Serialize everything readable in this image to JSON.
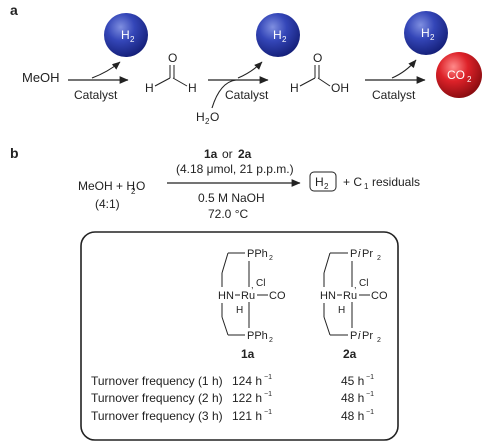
{
  "panel_a": {
    "label": "a",
    "start": "MeOH",
    "catalyst_labels": [
      "Catalyst",
      "Catalyst",
      "Catalyst"
    ],
    "h2_label": "H",
    "h2_sub": "2",
    "co2_label": "CO",
    "co2_sub": "2",
    "water": "H",
    "water_sub": "2",
    "water_tail": "O",
    "formaldehyde": {
      "C_left": "H",
      "C_right": "H",
      "top": "O"
    },
    "formic_acid": {
      "left": "H",
      "right": "OH",
      "top": "O"
    },
    "colors": {
      "h2_sphere": "#2f3fae",
      "co2_sphere": "#d81f26"
    }
  },
  "panel_b": {
    "label": "b",
    "reactants": "MeOH + H",
    "reactants_sub": "2",
    "reactants_tail": "O",
    "ratio": "(4:1)",
    "cat_1": "1a",
    "cat_or": "or",
    "cat_2": "2a",
    "loading": "(4.18 μmol, 21 p.p.m.)",
    "base": "0.5 M NaOH",
    "temperature": "72.0 °C",
    "product_h": "H",
    "product_sub": "2",
    "residuals_prefix": "+ C",
    "residuals_sub": "1",
    "residuals_tail": "residuals"
  },
  "complexes": {
    "c1": {
      "id": "1a",
      "top": "PPh",
      "top_sub": "2",
      "bottom": "PPh",
      "bottom_sub": "2"
    },
    "c2": {
      "id": "2a",
      "top": "P",
      "top_italic": "i",
      "top_tail": "Pr",
      "top_sub": "2",
      "bottom": "P",
      "bottom_italic": "i",
      "bottom_tail": "Pr",
      "bottom_sub": "2"
    },
    "core": {
      "hn": "HN",
      "ru": "Ru",
      "co": "CO",
      "cl": "Cl",
      "h": "H"
    }
  },
  "tof_table": {
    "rows": [
      {
        "label": "Turnover frequency (1 h)",
        "v1": "124 h",
        "v2": "45 h"
      },
      {
        "label": "Turnover frequency (2 h)",
        "v1": "122 h",
        "v2": "48 h"
      },
      {
        "label": "Turnover frequency (3 h)",
        "v1": "121 h",
        "v2": "48 h"
      }
    ],
    "unit_exp": "−1"
  }
}
